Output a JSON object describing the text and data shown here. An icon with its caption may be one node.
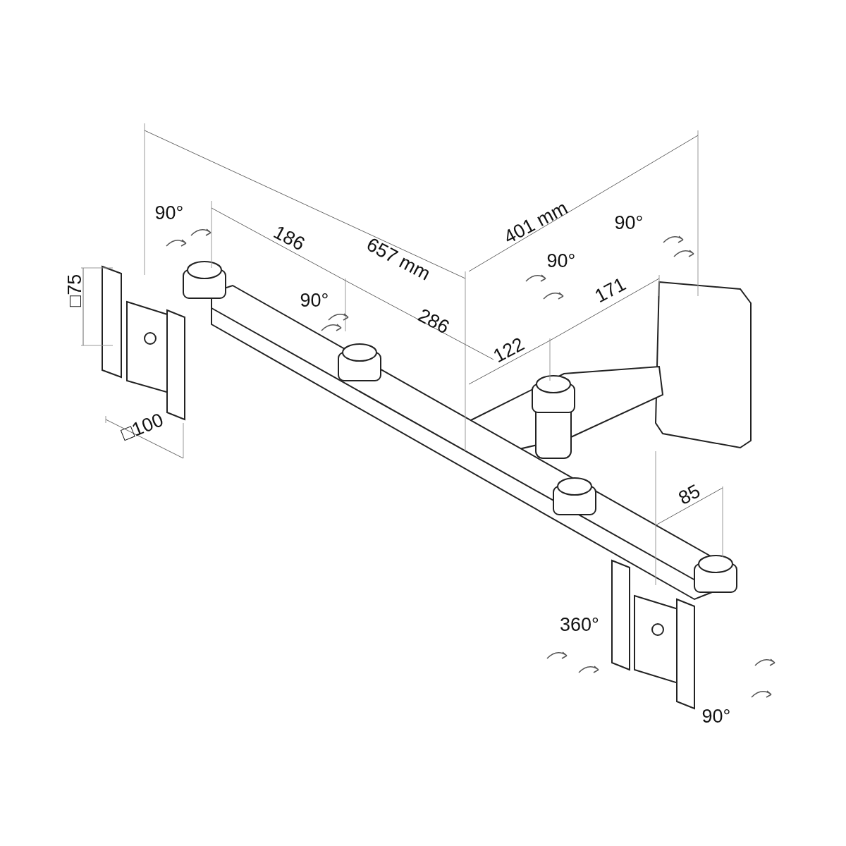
{
  "diagram": {
    "labels": [
      "90°",
      "186",
      "657 mm",
      "401 mm",
      "90°",
      "90°",
      "90°",
      "286",
      "171",
      "□75",
      "122",
      "□100",
      "85",
      "360°",
      "90°"
    ]
  }
}
